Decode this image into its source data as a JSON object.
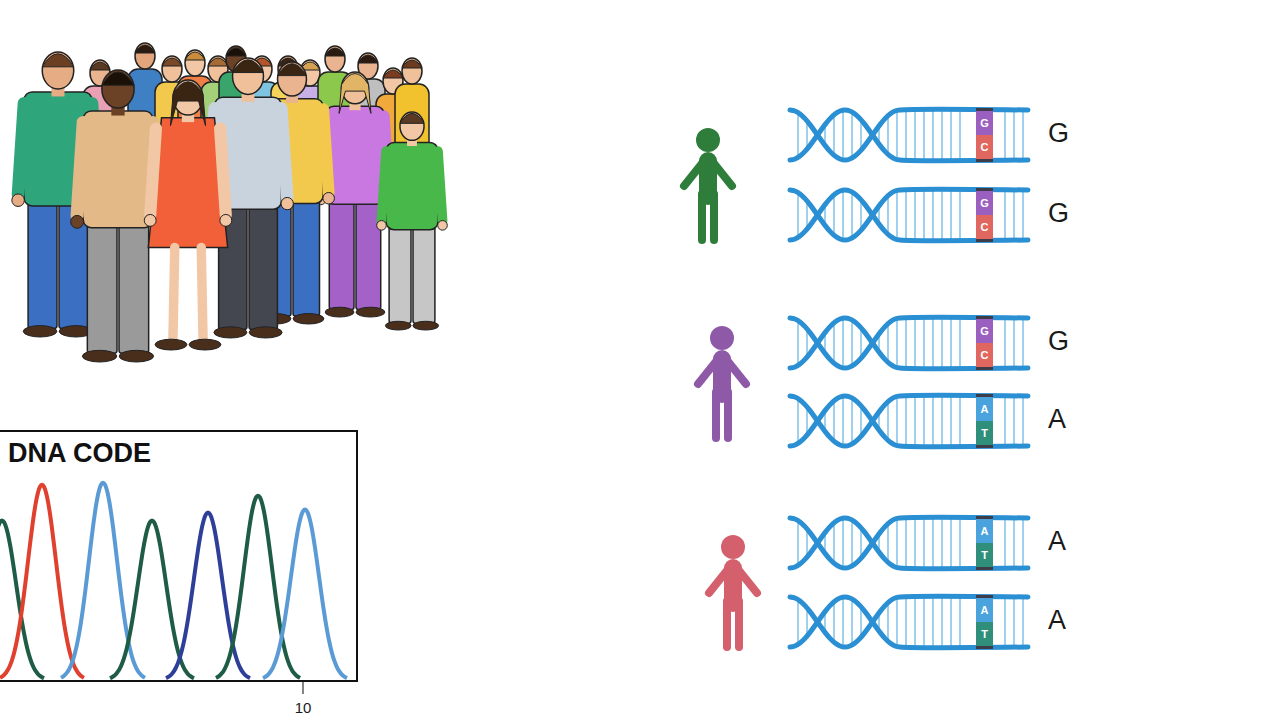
{
  "diagram": {
    "nodes": [
      {
        "text": [
          "G",
          "C"
        ]
      },
      {
        "text": [
          "G",
          "C"
        ]
      },
      {
        "text": [
          "G",
          "C"
        ]
      },
      {
        "text": [
          "A",
          "T"
        ]
      },
      {
        "text": [
          "A",
          "T"
        ]
      },
      {
        "text": [
          "A",
          "T"
        ]
      },
      {
        "text": [
          "DNA CODE"
        ]
      }
    ],
    "labels": [
      "G",
      "G",
      "G",
      "A",
      "A",
      "A",
      "10"
    ]
  }
}
